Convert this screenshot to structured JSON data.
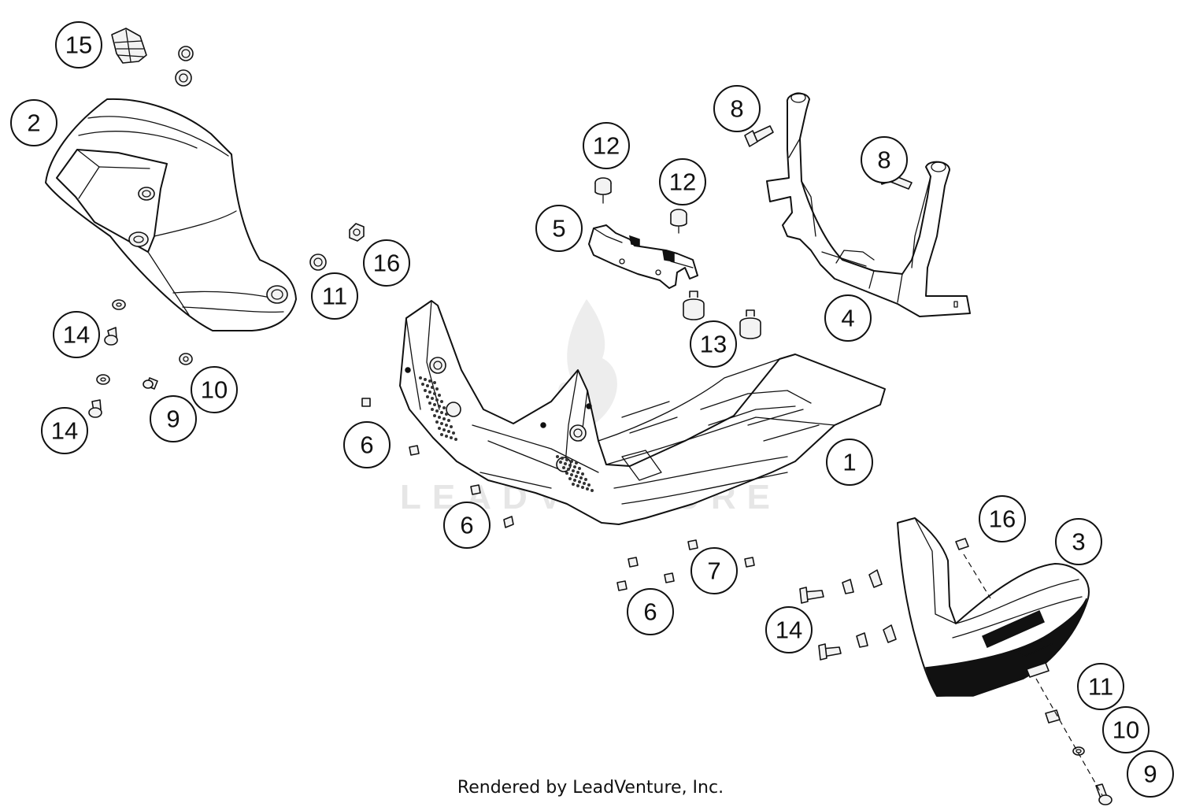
{
  "watermark": {
    "text": "LEADVENTURE"
  },
  "credit": "Rendered by LeadVenture, Inc.",
  "colors": {
    "ink": "#111111",
    "paper": "#ffffff",
    "watermark": "#e6e6e6"
  },
  "parts": {
    "p1": {
      "number": "1",
      "icon": "skid-plate"
    },
    "p2": {
      "number": "2",
      "icon": "side-guard-left"
    },
    "p3": {
      "number": "3",
      "icon": "side-guard-right-ktm"
    },
    "p4": {
      "number": "4",
      "icon": "frame-bracket"
    },
    "p5": {
      "number": "5",
      "icon": "mounting-bracket"
    },
    "p6a": {
      "number": "6",
      "icon": "screw"
    },
    "p6b": {
      "number": "6",
      "icon": "screw"
    },
    "p6c": {
      "number": "6",
      "icon": "screw"
    },
    "p7": {
      "number": "7",
      "icon": "screw"
    },
    "p8a": {
      "number": "8",
      "icon": "bolt"
    },
    "p8b": {
      "number": "8",
      "icon": "bolt"
    },
    "p9a": {
      "number": "9",
      "icon": "screw"
    },
    "p9b": {
      "number": "9",
      "icon": "screw"
    },
    "p10a": {
      "number": "10",
      "icon": "washer"
    },
    "p10b": {
      "number": "10",
      "icon": "washer"
    },
    "p11a": {
      "number": "11",
      "icon": "rubber-bushing"
    },
    "p11b": {
      "number": "11",
      "icon": "rubber-bushing"
    },
    "p12a": {
      "number": "12",
      "icon": "rubber-buffer"
    },
    "p12b": {
      "number": "12",
      "icon": "rubber-buffer"
    },
    "p13": {
      "number": "13",
      "icon": "rubber-buffer"
    },
    "p14a": {
      "number": "14",
      "icon": "screw"
    },
    "p14b": {
      "number": "14",
      "icon": "screw"
    },
    "p14c": {
      "number": "14",
      "icon": "screw"
    },
    "p15": {
      "number": "15",
      "icon": "rubber-sleeve"
    },
    "p16a": {
      "number": "16",
      "icon": "nut"
    },
    "p16b": {
      "number": "16",
      "icon": "nut"
    }
  }
}
